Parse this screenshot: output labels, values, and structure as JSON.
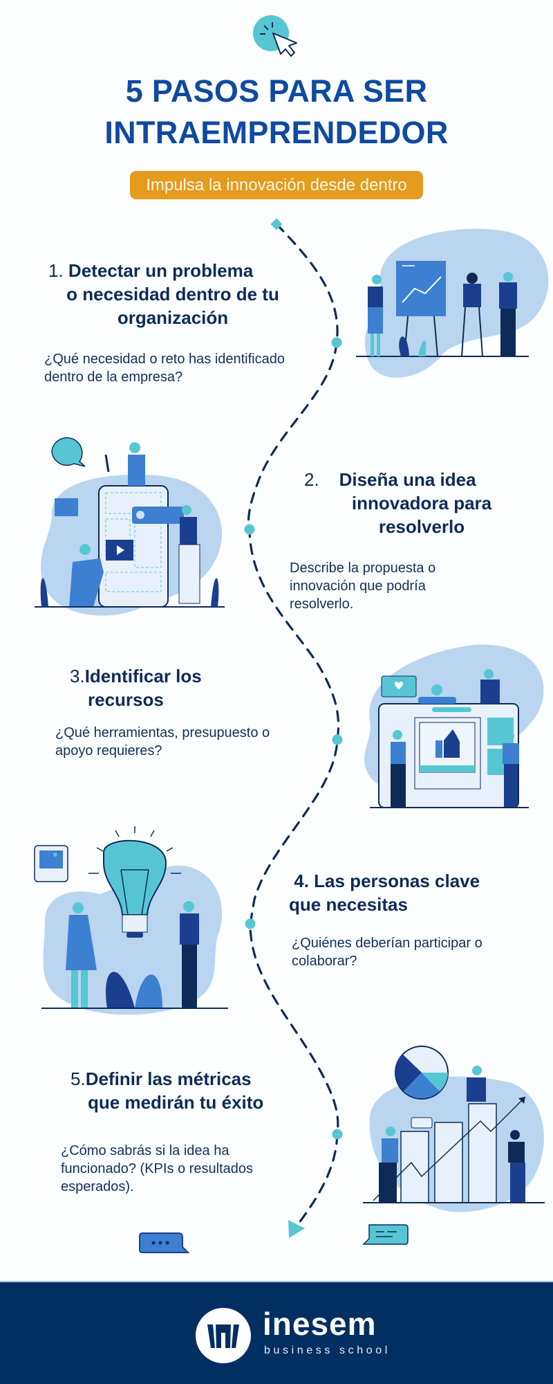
{
  "header": {
    "title_line1": "5 PASOS PARA SER",
    "title_line2": "INTRAEMPRENDEDOR",
    "subtitle": "Impulsa la innovación desde dentro",
    "icon": "cursor-click-icon"
  },
  "colors": {
    "title": "#0f4aa0",
    "badge": "#e49b1e",
    "step_text": "#0e2b57",
    "accent_teal": "#56c6d4",
    "path_dash": "#0e2b57",
    "footer_bg": "#012f61"
  },
  "steps": [
    {
      "number": "1.",
      "title_first": "Detectar un problema",
      "title_rest": "o necesidad dentro de tu organización",
      "description": "¿Qué necesidad o reto has identificado dentro de la empresa?",
      "illustration": "team-presentation-chart-illustration"
    },
    {
      "number": "2.",
      "title_first": "Diseña una idea",
      "title_rest": "innovadora para resolverlo",
      "description": "Describe la propuesta o innovación que podría resolverlo.",
      "illustration": "team-building-mobile-app-illustration"
    },
    {
      "number": "3.",
      "title_first": "Identificar los",
      "title_rest": "recursos",
      "description": "¿Qué herramientas, presupuesto o apoyo requieres?",
      "illustration": "social-media-like-illustration"
    },
    {
      "number": "4.",
      "title_first": "Las personas clave",
      "title_rest": "que necesitas",
      "description": "¿Quiénes deberían participar o colaborar?",
      "illustration": "lightbulb-idea-team-illustration"
    },
    {
      "number": "5.",
      "title_first": "Definir las métricas",
      "title_rest": "que medirán tu éxito",
      "description": "¿Cómo sabrás si la idea ha funcionado? (KPIs o resultados esperados).",
      "illustration": "growth-bar-chart-illustration"
    }
  ],
  "footer": {
    "brand": "inesem",
    "tagline": "business school"
  }
}
